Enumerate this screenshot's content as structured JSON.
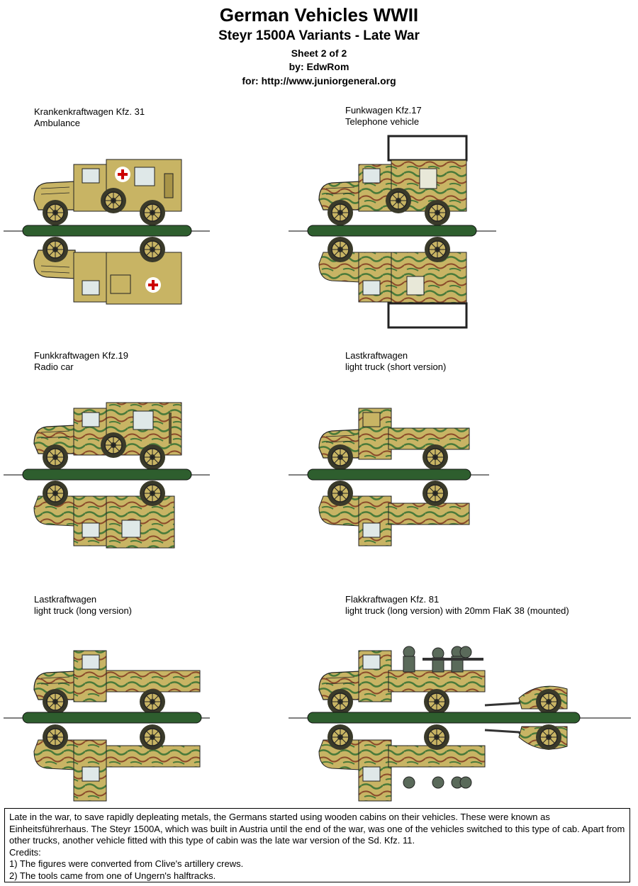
{
  "header": {
    "title": "German Vehicles WWII",
    "subtitle": "Steyr 1500A Variants - Late War",
    "sheet": "Sheet 2 of 2",
    "author": "by: EdwRom",
    "site": "for: http://www.juniorgeneral.org"
  },
  "vehicles": [
    {
      "name": "Krankenkraftwagen Kfz. 31",
      "desc": "Ambulance"
    },
    {
      "name": "Funkwagen Kfz.17",
      "desc": "Telephone vehicle"
    },
    {
      "name": "Funkkraftwagen Kfz.19",
      "desc": "Radio car"
    },
    {
      "name": "Lastkraftwagen",
      "desc": "light truck (short version)"
    },
    {
      "name": "Lastkraftwagen",
      "desc": "light truck (long version)"
    },
    {
      "name": "Flakkraftwagen Kfz. 81",
      "desc": "light truck (long version) with 20mm FlaK 38 (mounted)"
    }
  ],
  "notes": {
    "paragraph": "Late in the war, to save rapidly depleating metals, the Germans started using wooden cabins on their vehicles. These were known as Einheitsführerhaus. The Steyr 1500A, which was built in Austria until the end of the war, was one of the vehicles switched to this type of cab. Apart from other trucks, another vehicle fitted with this type of cabin was the late war version of the Sd. Kfz. 11.",
    "credits_label": "Credits:",
    "credit_1": "1) The figures were converted from Clive's artillery crews.",
    "credit_2": "2) The tools came from one of Ungern's halftracks."
  },
  "colors": {
    "tan": "#c8b464",
    "green_stripe": "#4a7a3a",
    "brown_stripe": "#8a4a2a",
    "base_green": "#2e5e2e",
    "wheel_dark": "#3a3a2a",
    "red_cross": "#cc0000"
  }
}
